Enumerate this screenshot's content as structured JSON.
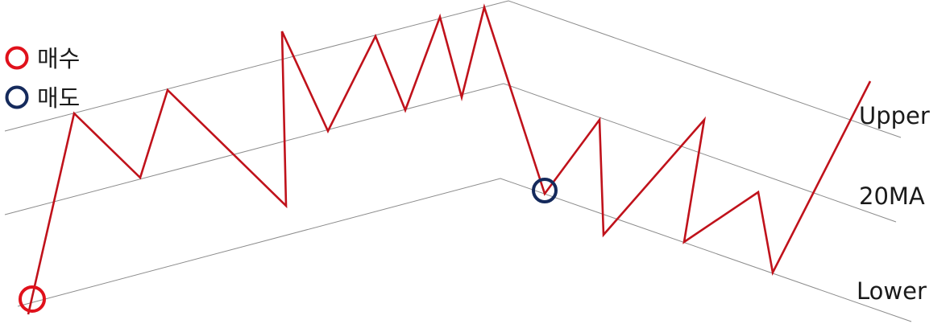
{
  "legend": {
    "buy_label": "매수",
    "sell_label": "매도",
    "buy_color": "#e0111b",
    "sell_color": "#152a5c"
  },
  "bands": {
    "upper_label": "Upper",
    "middle_label": "20MA",
    "lower_label": "Lower",
    "line_color": "#8c8c8c"
  },
  "price": {
    "line_color": "#c0121b"
  }
}
